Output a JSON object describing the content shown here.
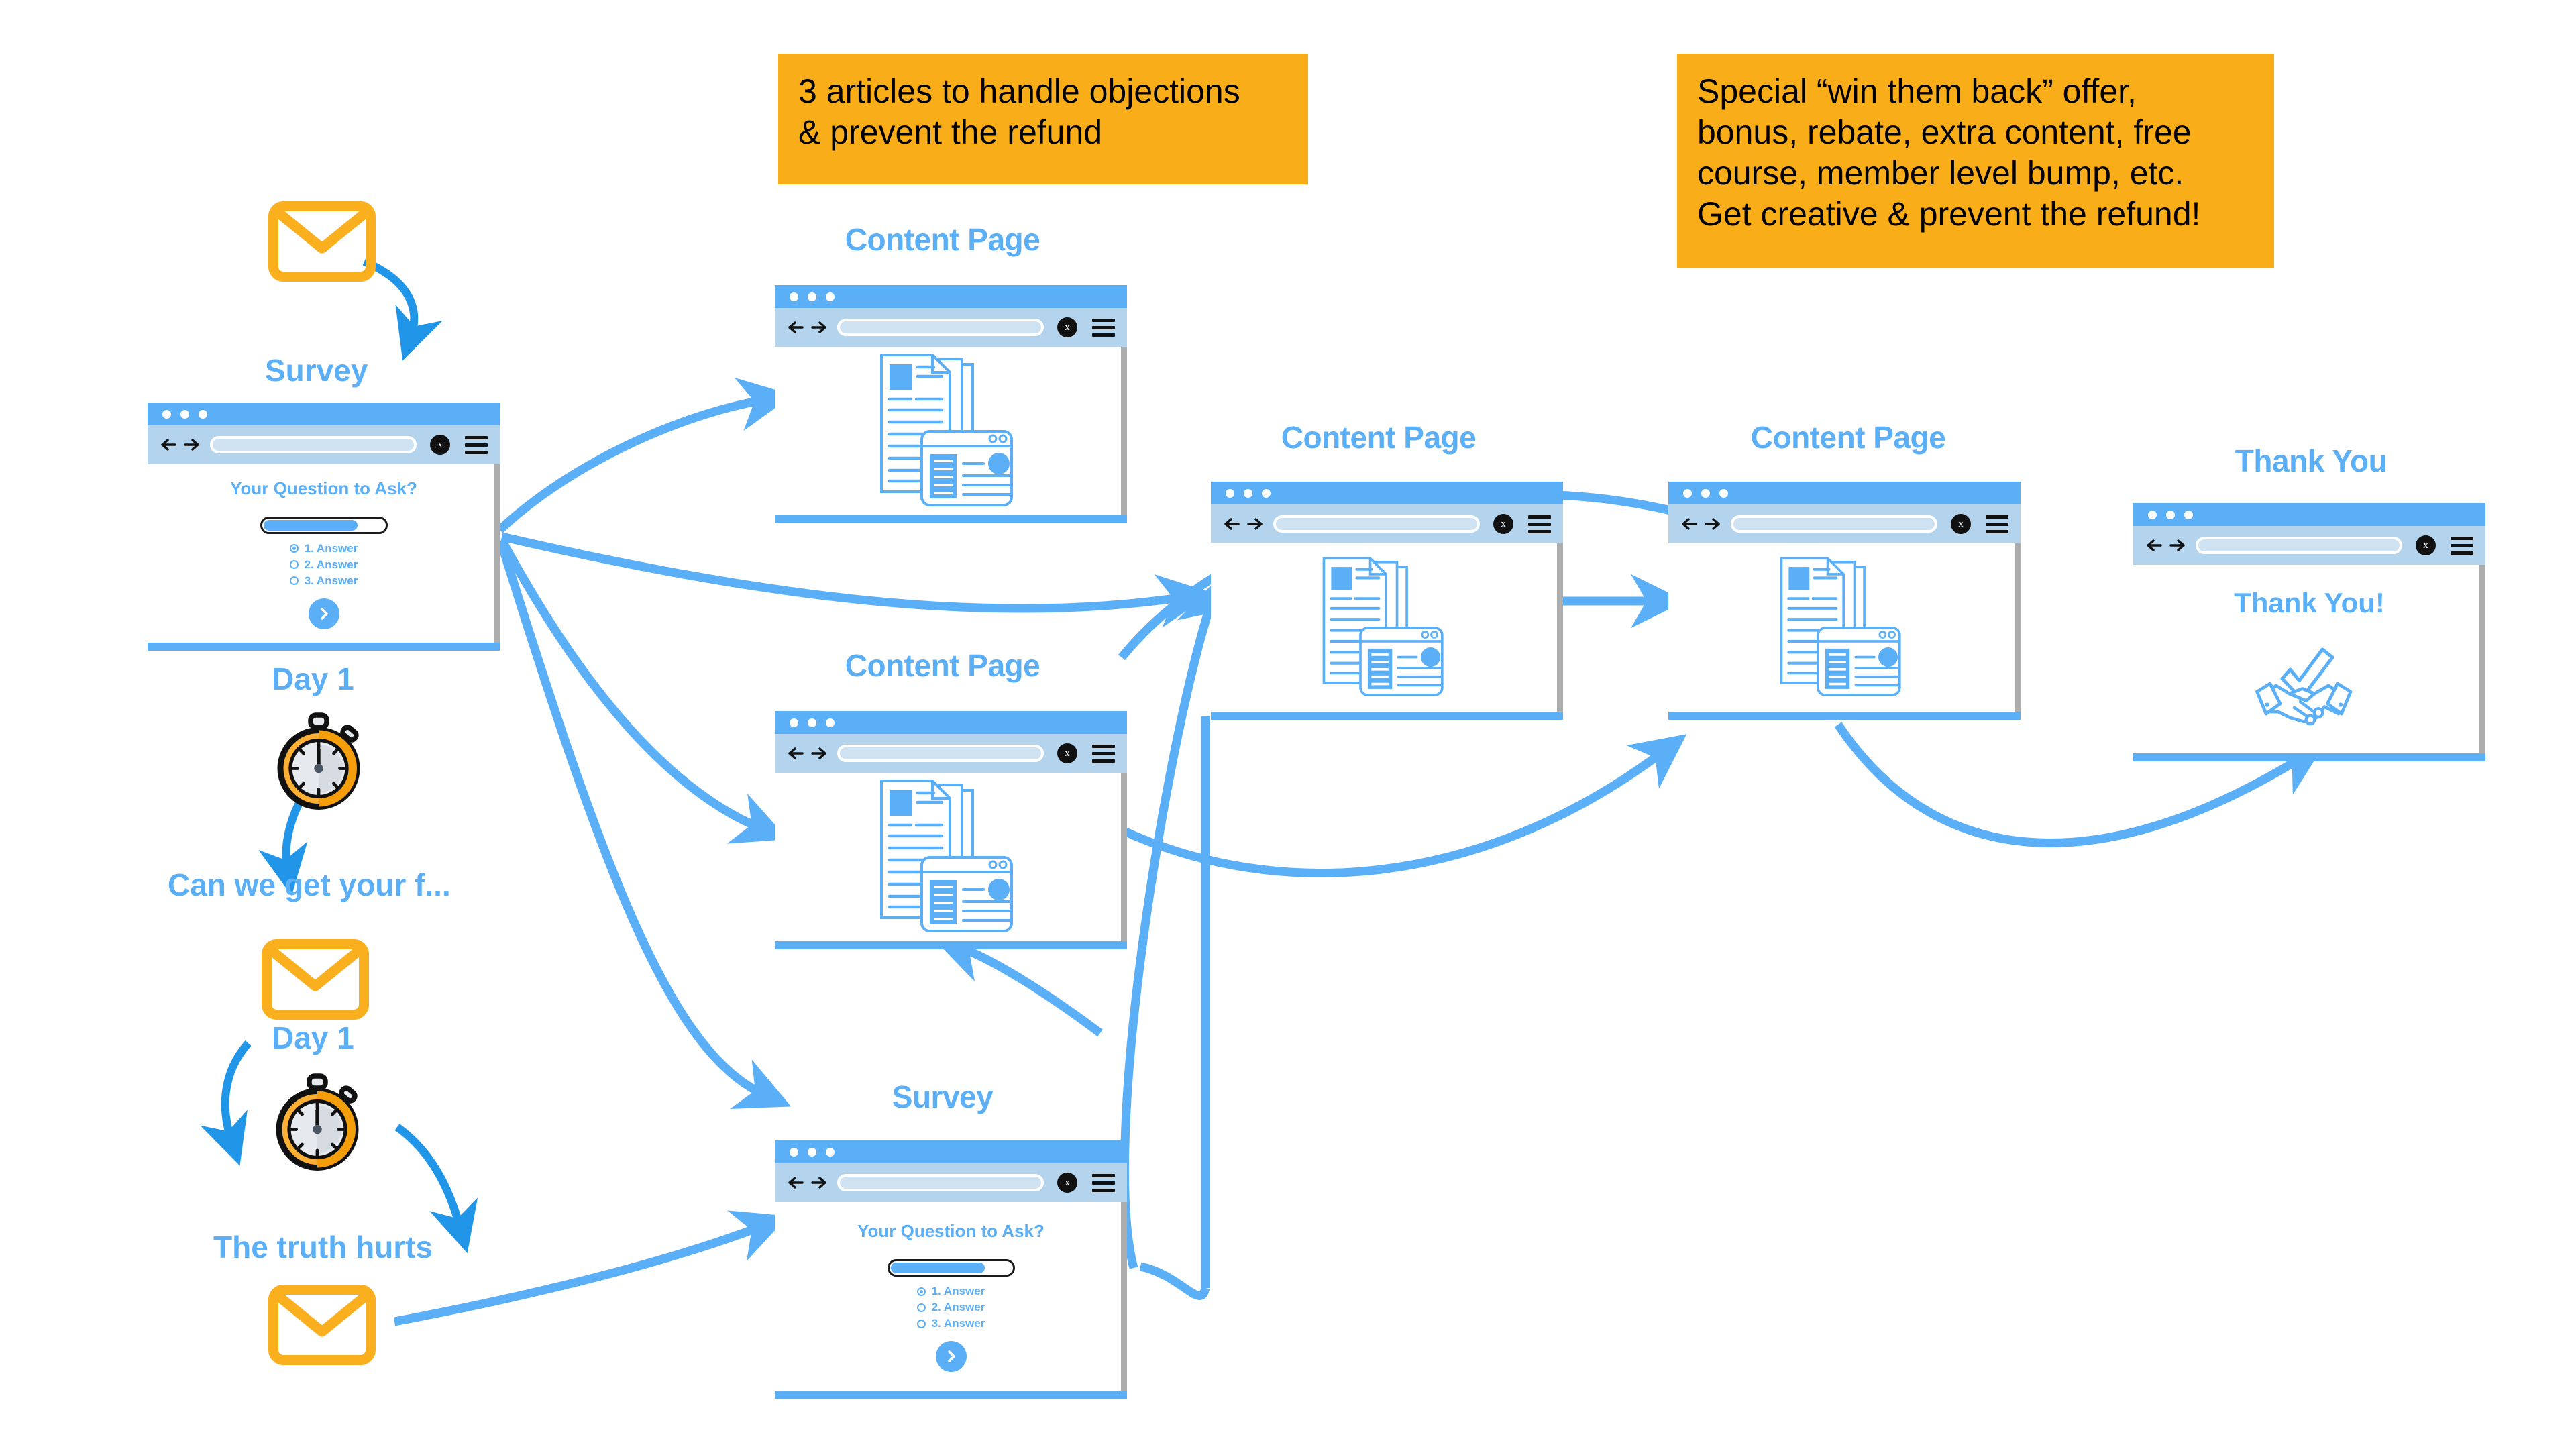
{
  "callouts": [
    {
      "id": "callout-articles",
      "text": "3 articles to handle objections\n& prevent the refund"
    },
    {
      "id": "callout-offer",
      "text": "Special “win them back” offer,\nbonus, rebate, extra content, free\ncourse, member level bump, etc.\nGet creative & prevent the refund!"
    }
  ],
  "labels": {
    "survey_top": "Survey",
    "survey_bottom": "Survey",
    "content_1": "Content Page",
    "content_2": "Content Page",
    "content_3": "Content Page",
    "content_4": "Content Page",
    "thank_you": "Thank You",
    "day1_a": "Day 1",
    "day1_b": "Day 1",
    "email_subject_1": "Can we get your f...",
    "email_subject_2": "The truth hurts"
  },
  "survey": {
    "question": "Your Question to Ask?",
    "options": [
      "1. Answer",
      "2. Answer",
      "3. Answer"
    ],
    "selected_index": 0,
    "next_icon": "chevron-right-icon",
    "progress_percent": 78
  },
  "thank_you_page": {
    "heading": "Thank You!",
    "icon": "handshake-check-icon"
  },
  "browser_chrome": {
    "back_icon": "arrow-left-icon",
    "forward_icon": "arrow-right-icon",
    "close_icon": "x-circle-icon",
    "menu_icon": "hamburger-menu-icon",
    "url_value": "",
    "url_placeholder": ""
  },
  "icons": {
    "envelope": "envelope-icon",
    "stopwatch": "stopwatch-icon",
    "documents": "documents-stack-icon"
  },
  "colors": {
    "accent_blue": "#5BAFF7",
    "arrow_blue": "#5BAFF7",
    "orange": "#F9AD18",
    "toolbar_blue": "#B3D4EC",
    "scrollbar_gray": "#ADADAD",
    "text_black": "#000000"
  }
}
